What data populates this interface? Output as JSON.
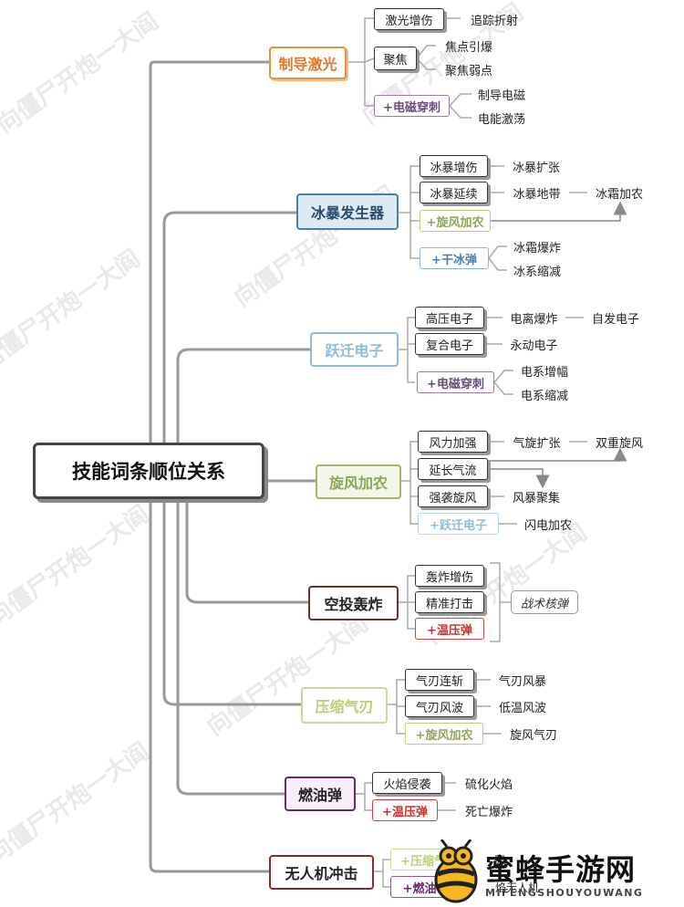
{
  "watermark": "向僵尸开炮一大阎",
  "root": "技能词条顺位关系",
  "colors": {
    "laser": "#e8903a",
    "ice": "#4a7fa6",
    "jump": "#8fbcd9",
    "whirl": "#9db866",
    "airdrop": "#7a2a2a",
    "compress": "#c8d99a",
    "napalm": "#6a2a6a",
    "drone": "#8a2a2a",
    "plus_em": "#7a5c8a",
    "plus_whirl": "#9db866",
    "plus_dry": "#6fa0cf",
    "plus_jump": "#8fbcd9",
    "plus_heat": "#d04040",
    "plus_compress": "#c8d99a"
  },
  "categories": [
    {
      "id": "laser",
      "label": "制导激光"
    },
    {
      "id": "ice",
      "label": "冰暴发生器"
    },
    {
      "id": "jump",
      "label": "跃迁电子"
    },
    {
      "id": "whirl",
      "label": "旋风加农"
    },
    {
      "id": "airdrop",
      "label": "空投轰炸"
    },
    {
      "id": "compress",
      "label": "压缩气刃"
    },
    {
      "id": "napalm",
      "label": "燃油弹"
    },
    {
      "id": "drone",
      "label": "无人机冲击"
    }
  ],
  "nodes": {
    "laser_a": "激光增伤",
    "laser_a1": "追踪折射",
    "laser_b": "聚焦",
    "laser_b1": "焦点引爆",
    "laser_b2": "聚焦弱点",
    "laser_c": "+电磁穿刺",
    "laser_c1": "制导电磁",
    "laser_c2": "电能激荡",
    "ice_a": "冰暴增伤",
    "ice_a1": "冰暴扩张",
    "ice_b": "冰暴延续",
    "ice_b1": "冰暴地带",
    "ice_b2": "冰霜加农",
    "ice_c": "+旋风加农",
    "ice_d": "+干冰弹",
    "ice_d1": "冰霜爆炸",
    "ice_d2": "冰系缩减",
    "jump_a": "高压电子",
    "jump_a1": "电离爆炸",
    "jump_a2": "自发电子",
    "jump_b": "复合电子",
    "jump_b1": "永动电子",
    "jump_c": "+电磁穿刺",
    "jump_c1": "电系增幅",
    "jump_c2": "电系缩减",
    "whirl_a": "风力加强",
    "whirl_a1": "气旋扩张",
    "whirl_a2": "双重旋风",
    "whirl_b": "延长气流",
    "whirl_c": "强袭旋风",
    "whirl_c1": "风暴聚集",
    "whirl_d": "+跃迁电子",
    "whirl_d1": "闪电加农",
    "air_a": "轰炸增伤",
    "air_b": "精准打击",
    "air_c": "+温压弹",
    "air_note": "战术核弹",
    "comp_a": "气刃连斩",
    "comp_a1": "气刃风暴",
    "comp_b": "气刃风波",
    "comp_b1": "低温风波",
    "comp_c": "+旋风加农",
    "comp_c1": "旋风气刃",
    "nap_a": "火焰侵袭",
    "nap_a1": "硫化火焰",
    "nap_b": "+温压弹",
    "nap_b1": "死亡爆炸",
    "drone_a": "+压缩气",
    "drone_a1": "无",
    "drone_b": "+燃油",
    "drone_b1": "焰无人机"
  },
  "logo": {
    "brand": "蜜蜂手游网",
    "sub": "MIFENGSHOUYOUWANG"
  }
}
